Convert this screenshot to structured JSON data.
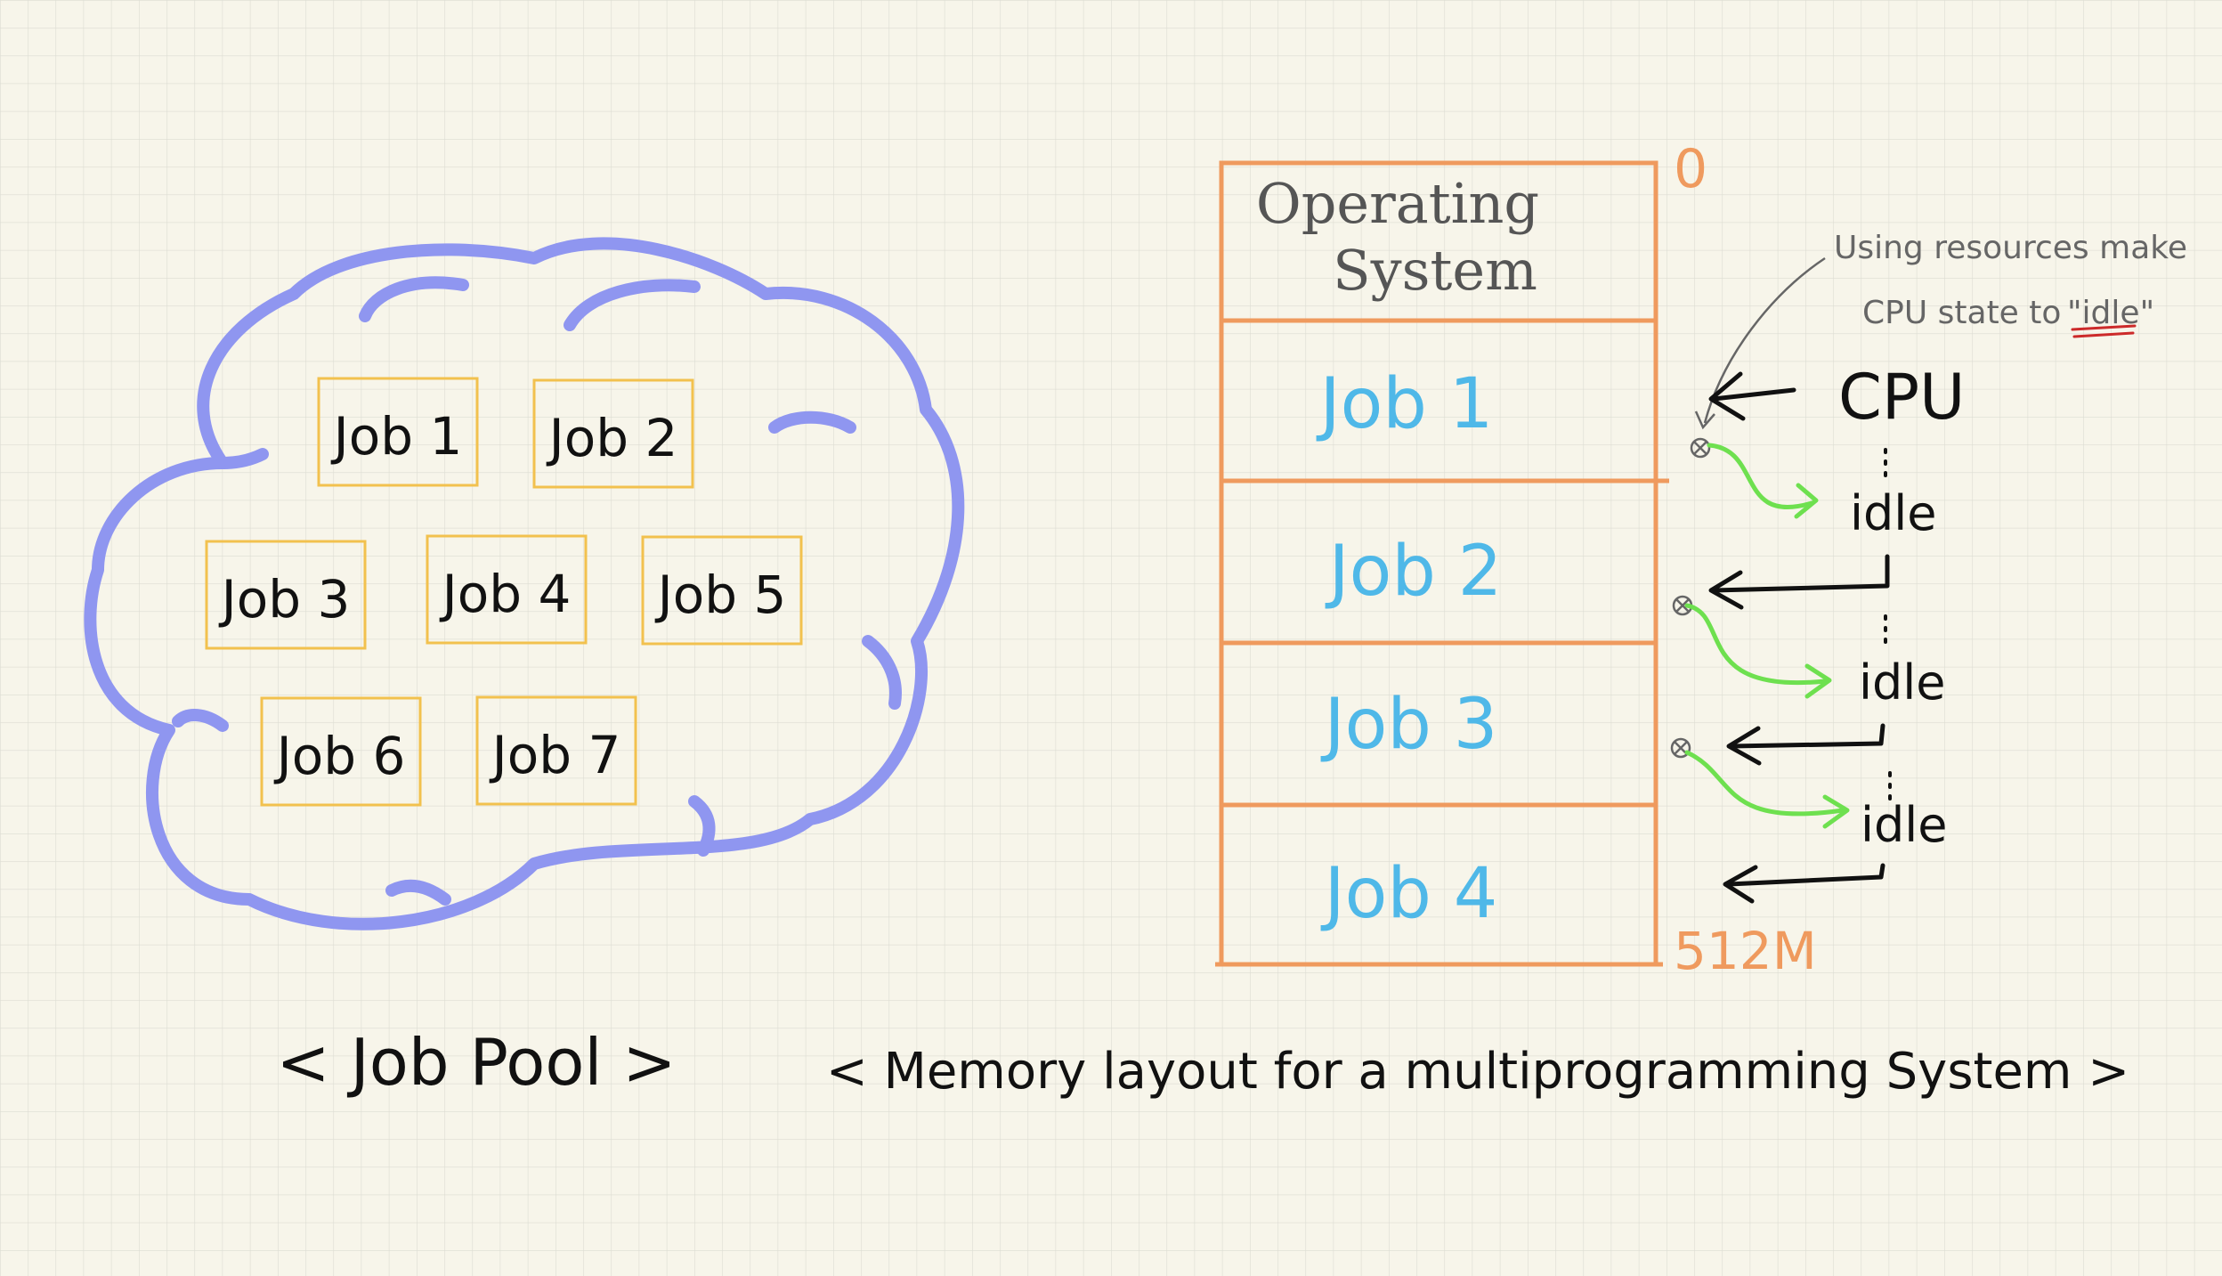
{
  "colors": {
    "background": "#f7f5ea",
    "grid": "#dcdcd2",
    "cloud": "#8f96f0",
    "job_box": "#f2c14e",
    "memory": "#ef9a5e",
    "job_text_memory": "#4fb8e8",
    "os_text": "#555555",
    "ink": "#111111",
    "annotation": "#666666",
    "arrow_green": "#6ee04f",
    "underline_red": "#cc2a2a"
  },
  "job_pool": {
    "caption": "< Job Pool >",
    "jobs": [
      "Job 1",
      "Job 2",
      "Job 3",
      "Job 4",
      "Job 5",
      "Job 6",
      "Job 7"
    ]
  },
  "memory": {
    "caption": "< Memory layout for a multiprogramming System >",
    "top_address": "0",
    "bottom_address": "512M",
    "os_line1": "Operating",
    "os_line2": "System",
    "jobs": [
      "Job 1",
      "Job 2",
      "Job 3",
      "Job 4"
    ]
  },
  "cpu": {
    "label": "CPU",
    "idle_labels": [
      "idle",
      "idle",
      "idle"
    ],
    "annotation_line1": "Using resources make",
    "annotation_line2_prefix": "CPU state to",
    "annotation_line2_quoted": "\"idle\""
  }
}
